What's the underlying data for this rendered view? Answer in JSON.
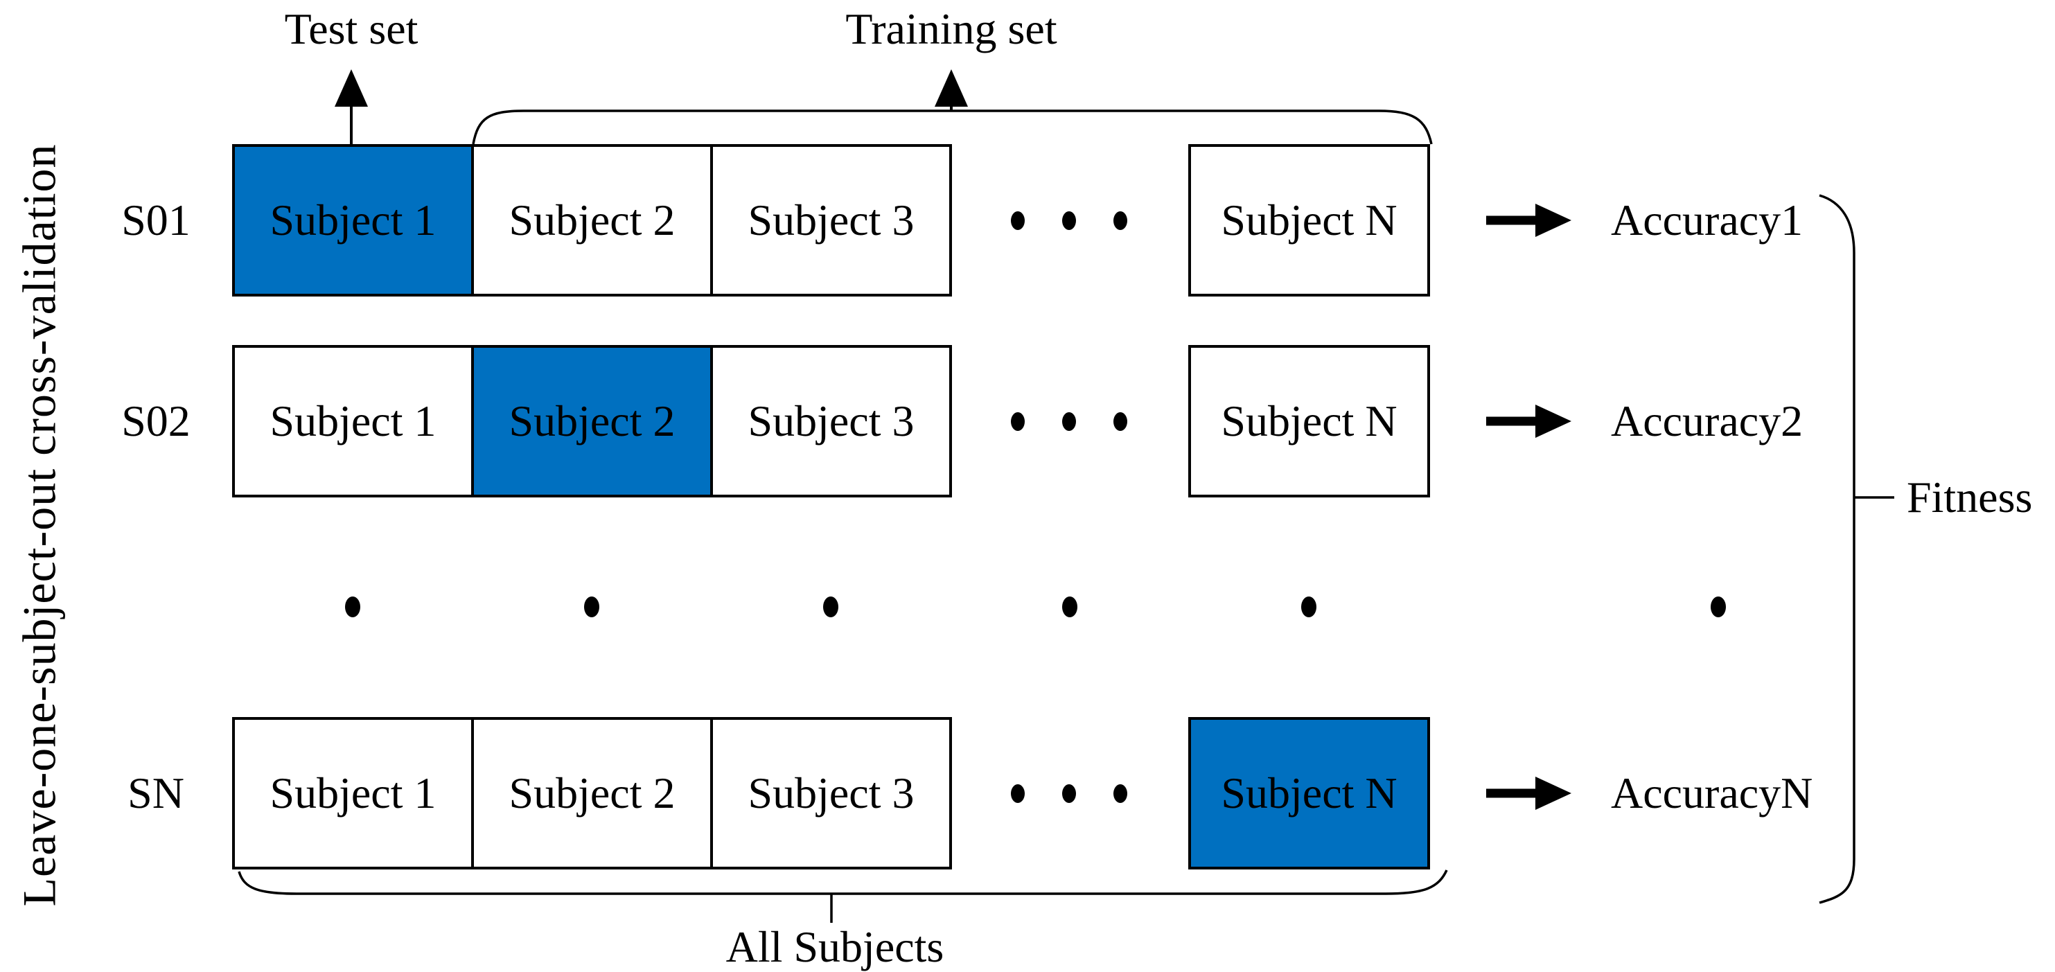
{
  "side_label": "Leave-one-subject-out cross-validation",
  "annotations": {
    "test_set": "Test set",
    "training_set": "Training set",
    "all_subjects": "All Subjects",
    "fitness": "Fitness"
  },
  "rows": [
    {
      "label": "S01",
      "cells": [
        "Subject 1",
        "Subject 2",
        "Subject 3",
        "Subject N"
      ],
      "highlighted_cell": "Subject 1",
      "accuracy_label": "Accuracy1"
    },
    {
      "label": "S02",
      "cells": [
        "Subject 1",
        "Subject 2",
        "Subject 3",
        "Subject N"
      ],
      "highlighted_cell": "Subject 2",
      "accuracy_label": "Accuracy2"
    },
    {
      "label": "SN",
      "cells": [
        "Subject 1",
        "Subject 2",
        "Subject 3",
        "Subject N"
      ],
      "highlighted_cell": "Subject N",
      "accuracy_label": "AccuracyN"
    }
  ],
  "colors": {
    "highlight": "#0070C0",
    "line": "#000000",
    "background": "#FFFFFF"
  }
}
